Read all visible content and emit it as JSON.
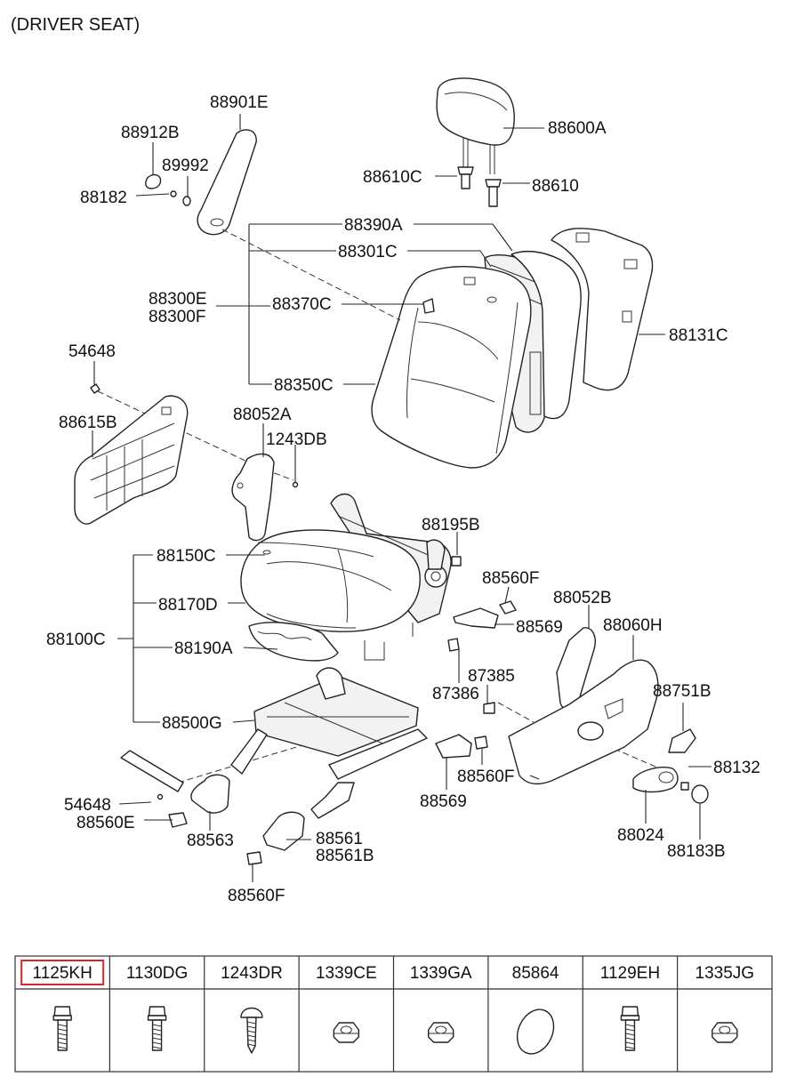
{
  "header": {
    "title": "(DRIVER SEAT)"
  },
  "callouts": {
    "p88901E": "88901E",
    "p88912B": "88912B",
    "p89992": "89992",
    "p88182": "88182",
    "p88600A": "88600A",
    "p88610C": "88610C",
    "p88610": "88610",
    "p88390A": "88390A",
    "p88301C": "88301C",
    "p88300E": "88300E",
    "p88300F": "88300F",
    "p88370C": "88370C",
    "p88131C": "88131C",
    "p54648a": "54648",
    "p88350C": "88350C",
    "p88615B": "88615B",
    "p88052A": "88052A",
    "p1243DB": "1243DB",
    "p88195B": "88195B",
    "p88150C": "88150C",
    "p88560Fa": "88560F",
    "p88052B": "88052B",
    "p88170D": "88170D",
    "p88569a": "88569",
    "p88060H": "88060H",
    "p88100C": "88100C",
    "p88190A": "88190A",
    "p87385": "87385",
    "p87386": "87386",
    "p88751B": "88751B",
    "p88500G": "88500G",
    "p88132": "88132",
    "p88560Fb": "88560F",
    "p54648b": "54648",
    "p88560E": "88560E",
    "p88569b": "88569",
    "p88563": "88563",
    "p88561": "88561",
    "p88561B": "88561B",
    "p88024": "88024",
    "p88183B": "88183B",
    "p88560Fc": "88560F"
  },
  "fastener_table": {
    "highlight_color": "#d9262b",
    "columns": [
      {
        "code": "1125KH",
        "icon": "hex-bolt-icon",
        "highlighted": true
      },
      {
        "code": "1130DG",
        "icon": "hex-bolt-icon",
        "highlighted": false
      },
      {
        "code": "1243DR",
        "icon": "tapping-screw-icon",
        "highlighted": false
      },
      {
        "code": "1339CE",
        "icon": "hex-nut-icon",
        "highlighted": false
      },
      {
        "code": "1339GA",
        "icon": "hex-nut-icon",
        "highlighted": false
      },
      {
        "code": "85864",
        "icon": "oval-plug-icon",
        "highlighted": false
      },
      {
        "code": "1129EH",
        "icon": "hex-bolt-icon",
        "highlighted": false
      },
      {
        "code": "1335JG",
        "icon": "hex-nut-icon",
        "highlighted": false
      }
    ]
  }
}
